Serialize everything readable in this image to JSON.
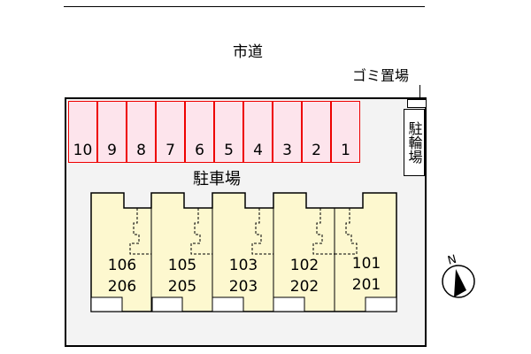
{
  "road_label": "市道",
  "trash_label": "ゴミ置場",
  "bike_parking_label": "駐輪場",
  "parking_label": "駐車場",
  "parking_stalls": [
    "10",
    "9",
    "8",
    "7",
    "6",
    "5",
    "4",
    "3",
    "2",
    "1"
  ],
  "units": [
    {
      "first": "106",
      "second": "206"
    },
    {
      "first": "105",
      "second": "205"
    },
    {
      "first": "103",
      "second": "203"
    },
    {
      "first": "102",
      "second": "202"
    },
    {
      "first": "101",
      "second": "201"
    }
  ],
  "compass_label": "N",
  "colors": {
    "stall_fill": "#fde4ec",
    "stall_border": "#ee0000",
    "building_fill": "#fdf8cf",
    "site_fill": "#f3f3f3"
  }
}
